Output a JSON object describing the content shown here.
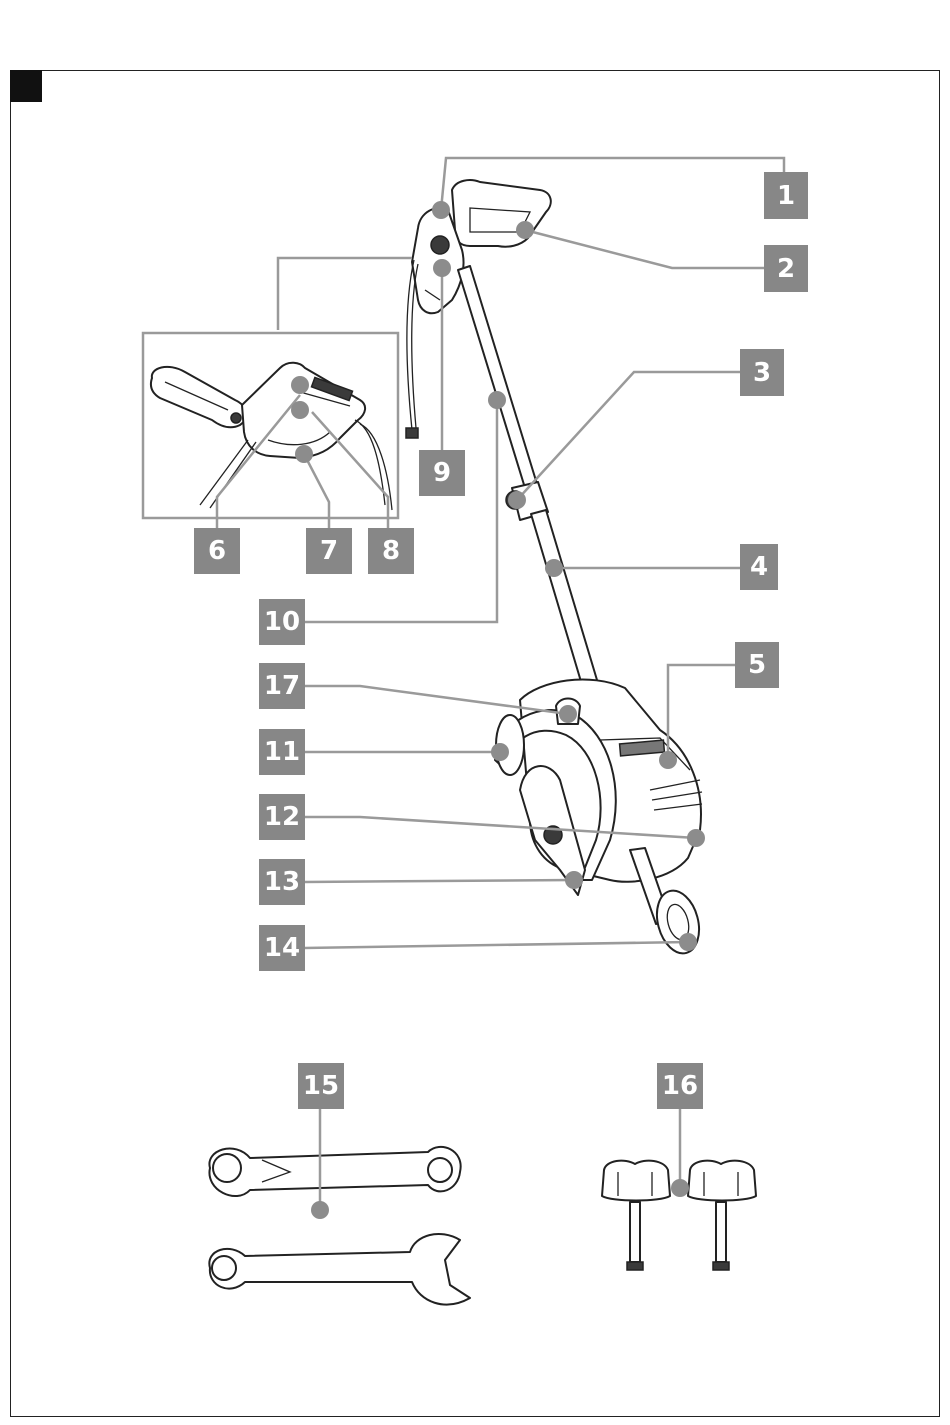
{
  "figure": {
    "callouts": [
      {
        "id": "c1",
        "label": "1"
      },
      {
        "id": "c2",
        "label": "2"
      },
      {
        "id": "c3",
        "label": "3"
      },
      {
        "id": "c4",
        "label": "4"
      },
      {
        "id": "c5",
        "label": "5"
      },
      {
        "id": "c6",
        "label": "6"
      },
      {
        "id": "c7",
        "label": "7"
      },
      {
        "id": "c8",
        "label": "8"
      },
      {
        "id": "c9",
        "label": "9"
      },
      {
        "id": "c10",
        "label": "10"
      },
      {
        "id": "c11",
        "label": "11"
      },
      {
        "id": "c12",
        "label": "12"
      },
      {
        "id": "c13",
        "label": "13"
      },
      {
        "id": "c14",
        "label": "14"
      },
      {
        "id": "c15",
        "label": "15"
      },
      {
        "id": "c16",
        "label": "16"
      },
      {
        "id": "c17",
        "label": "17"
      }
    ],
    "colors": {
      "label_box": "#878787",
      "leader_line": "#9a9a9a",
      "dot": "#8c8c8c",
      "outline": "#222222"
    }
  }
}
